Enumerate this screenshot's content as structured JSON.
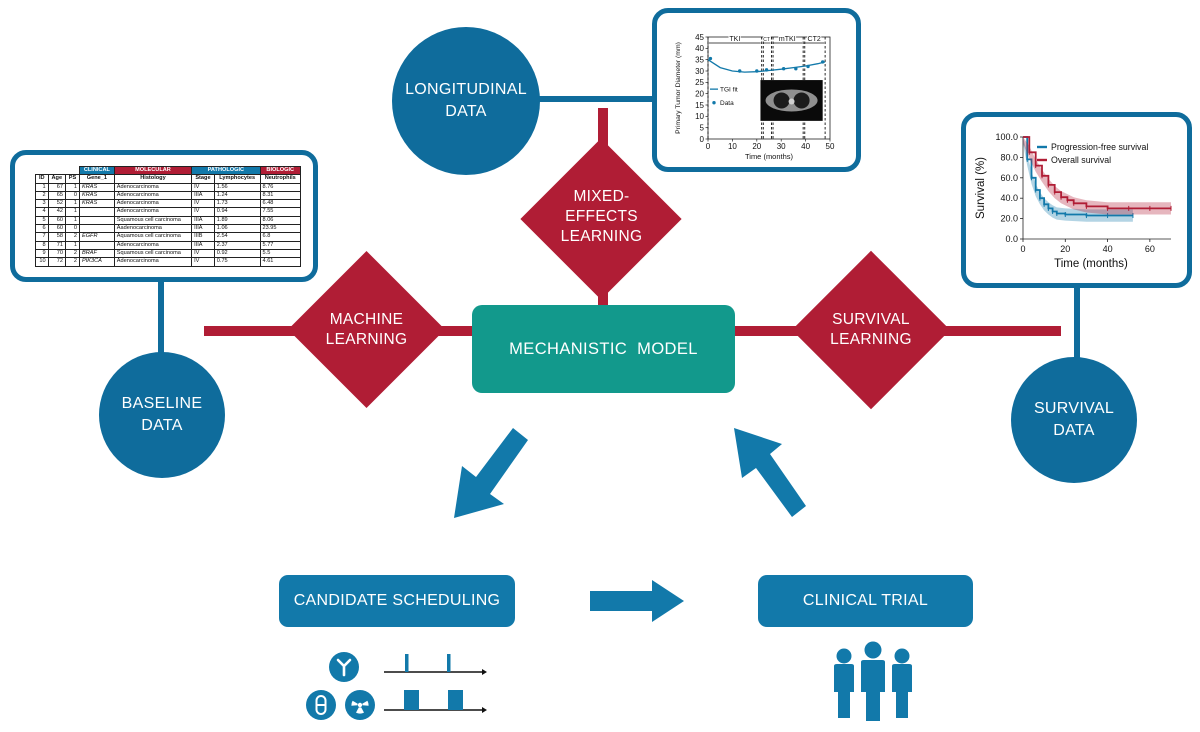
{
  "baseline": {
    "circle_label": [
      "BASELINE",
      "DATA"
    ],
    "group_headers": [
      "CLINICAL",
      "MOLECULAR",
      "PATHOLOGIC",
      "BIOLOGIC"
    ],
    "columns": [
      "ID",
      "Age",
      "PS",
      "Gene_1",
      "Histology",
      "Stage",
      "Lymphocytes",
      "Neutrophils"
    ],
    "rows": [
      [
        "1",
        "67",
        "1",
        "KRAS",
        "Adenocarcinoma",
        "IV",
        "1.56",
        "8.76"
      ],
      [
        "2",
        "65",
        "0",
        "KRAS",
        "Adenocarcinoma",
        "IIIA",
        "1.24",
        "8.31"
      ],
      [
        "3",
        "52",
        "1",
        "KRAS",
        "Adenocarcinoma",
        "IV",
        "1.73",
        "6.48"
      ],
      [
        "4",
        "42",
        "1",
        "",
        "Adenocarcinoma",
        "IV",
        "0.94",
        "7.55"
      ],
      [
        "5",
        "60",
        "1",
        "",
        "Squamous cell carcinoma",
        "IIIA",
        "1.89",
        "8.06"
      ],
      [
        "6",
        "60",
        "0",
        "",
        "Aadenocarcinoma",
        "IIIA",
        "1.06",
        "23.95"
      ],
      [
        "7",
        "58",
        "2",
        "EGFR",
        "Aquamous cell carcinoma",
        "IIIB",
        "2.54",
        "6.8"
      ],
      [
        "8",
        "71",
        "1",
        "",
        "Adenocarcinoma",
        "IIIA",
        "2.37",
        "5.77"
      ],
      [
        "9",
        "70",
        "2",
        "BRAF",
        "Squamous cell carcinoma",
        "IV",
        "0.92",
        "5.5"
      ],
      [
        "10",
        "72",
        "2",
        "PIK3CA",
        "Adenocarcinoma",
        "IV",
        "0.75",
        "4.61"
      ]
    ]
  },
  "longitudinal": {
    "circle_label": [
      "LONGITUDINAL",
      "DATA"
    ],
    "chart_data": {
      "type": "scatter",
      "ylabel": "Primary Tumor Diameter (mm)",
      "xlabel": "Time (months)",
      "xlim": [
        0,
        50
      ],
      "ylim": [
        0,
        45
      ],
      "xticks": [
        "0",
        "10",
        "20",
        "30",
        "40",
        "50"
      ],
      "yticks": [
        "0",
        "5",
        "10",
        "15",
        "20",
        "25",
        "30",
        "35",
        "40",
        "45"
      ],
      "phases": [
        "TKI",
        "CT",
        "mTKI",
        "CT2"
      ],
      "phase_bounds": [
        0,
        22,
        26,
        39,
        48
      ],
      "legend": [
        "TGI fit",
        "Data"
      ],
      "series": [
        {
          "name": "Data",
          "x": [
            1,
            13,
            20,
            24,
            31,
            36,
            41,
            47
          ],
          "y": [
            35.5,
            30,
            30,
            30.5,
            31,
            31,
            32,
            34
          ]
        },
        {
          "name": "TGI fit",
          "x": [
            0,
            5,
            10,
            15,
            20,
            25,
            30,
            35,
            40,
            45,
            48
          ],
          "y": [
            35,
            31.5,
            30,
            29.5,
            29.7,
            30.2,
            30.8,
            31.5,
            32.2,
            33.2,
            34
          ]
        }
      ]
    }
  },
  "survival": {
    "circle_label": [
      "SURVIVAL",
      "DATA"
    ],
    "chart_data": {
      "type": "line",
      "ylabel": "Survival (%)",
      "xlabel": "Time (months)",
      "xlim": [
        0,
        70
      ],
      "ylim": [
        0,
        100
      ],
      "xticks": [
        "0",
        "20",
        "40",
        "60"
      ],
      "yticks": [
        "0.0",
        "20.0",
        "40.0",
        "60.0",
        "80.0",
        "100.0"
      ],
      "legend": [
        "Progression-free survival",
        "Overall survival"
      ],
      "series": [
        {
          "name": "Progression-free survival",
          "color": "#1279aa",
          "x": [
            0,
            2,
            4,
            6,
            8,
            10,
            12,
            14,
            16,
            20,
            30,
            40,
            52
          ],
          "y": [
            100,
            78,
            60,
            48,
            40,
            34,
            30,
            27,
            25,
            24,
            23,
            23,
            23
          ]
        },
        {
          "name": "Overall survival",
          "color": "#b01d35",
          "x": [
            0,
            3,
            6,
            9,
            12,
            15,
            18,
            21,
            24,
            30,
            40,
            50,
            60,
            70
          ],
          "y": [
            100,
            85,
            72,
            62,
            53,
            46,
            41,
            38,
            35,
            32,
            30,
            30,
            30,
            30
          ]
        }
      ]
    }
  },
  "diamonds": {
    "machine": [
      "MACHINE",
      "LEARNING"
    ],
    "mixed": [
      "MIXED-",
      "EFFECTS",
      "LEARNING"
    ],
    "survival": [
      "SURVIVAL",
      "LEARNING"
    ]
  },
  "mechanistic_model": "MECHANISTIC  MODEL",
  "candidate_scheduling": "CANDIDATE SCHEDULING",
  "clinical_trial": "CLINICAL TRIAL",
  "icons": [
    "antibody-icon",
    "pill-icon",
    "radiation-icon",
    "people-icon"
  ],
  "colors": {
    "blue": "#0f6c9c",
    "red": "#b01d35",
    "teal": "#12998c"
  }
}
